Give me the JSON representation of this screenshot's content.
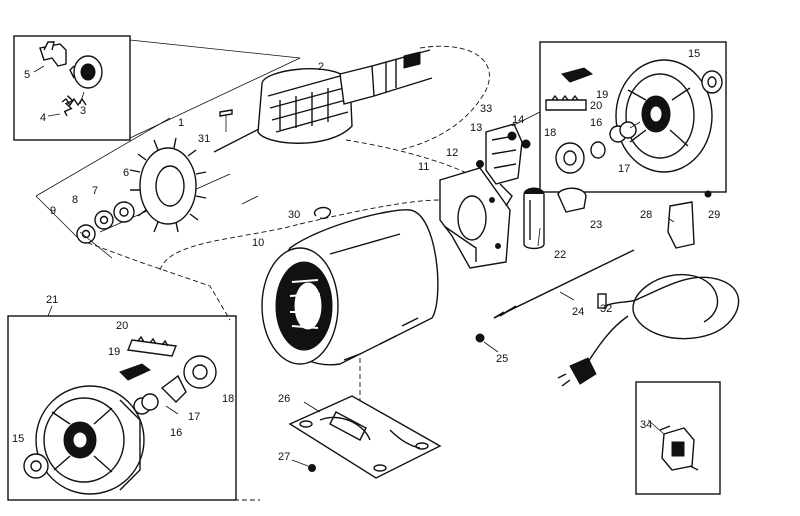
{
  "diagram": {
    "labels": {
      "p1": "1",
      "p2": "2",
      "p3": "3",
      "p4": "4",
      "p5": "5",
      "p6": "6",
      "p7": "7",
      "p8": "8",
      "p9": "9",
      "p10": "10",
      "p11": "11",
      "p12": "12",
      "p13": "13",
      "p14": "14",
      "p15a": "15",
      "p15b": "15",
      "p16a": "16",
      "p16b": "16",
      "p17a": "17",
      "p17b": "17",
      "p18a": "18",
      "p18b": "18",
      "p19a": "19",
      "p19b": "19",
      "p20a": "20",
      "p20b": "20",
      "p21": "21",
      "p22": "22",
      "p23": "23",
      "p24": "24",
      "p25": "25",
      "p26": "26",
      "p27": "27",
      "p28": "28",
      "p29": "29",
      "p30": "30",
      "p31": "31",
      "p32": "32",
      "p33": "33",
      "p34": "34"
    }
  }
}
